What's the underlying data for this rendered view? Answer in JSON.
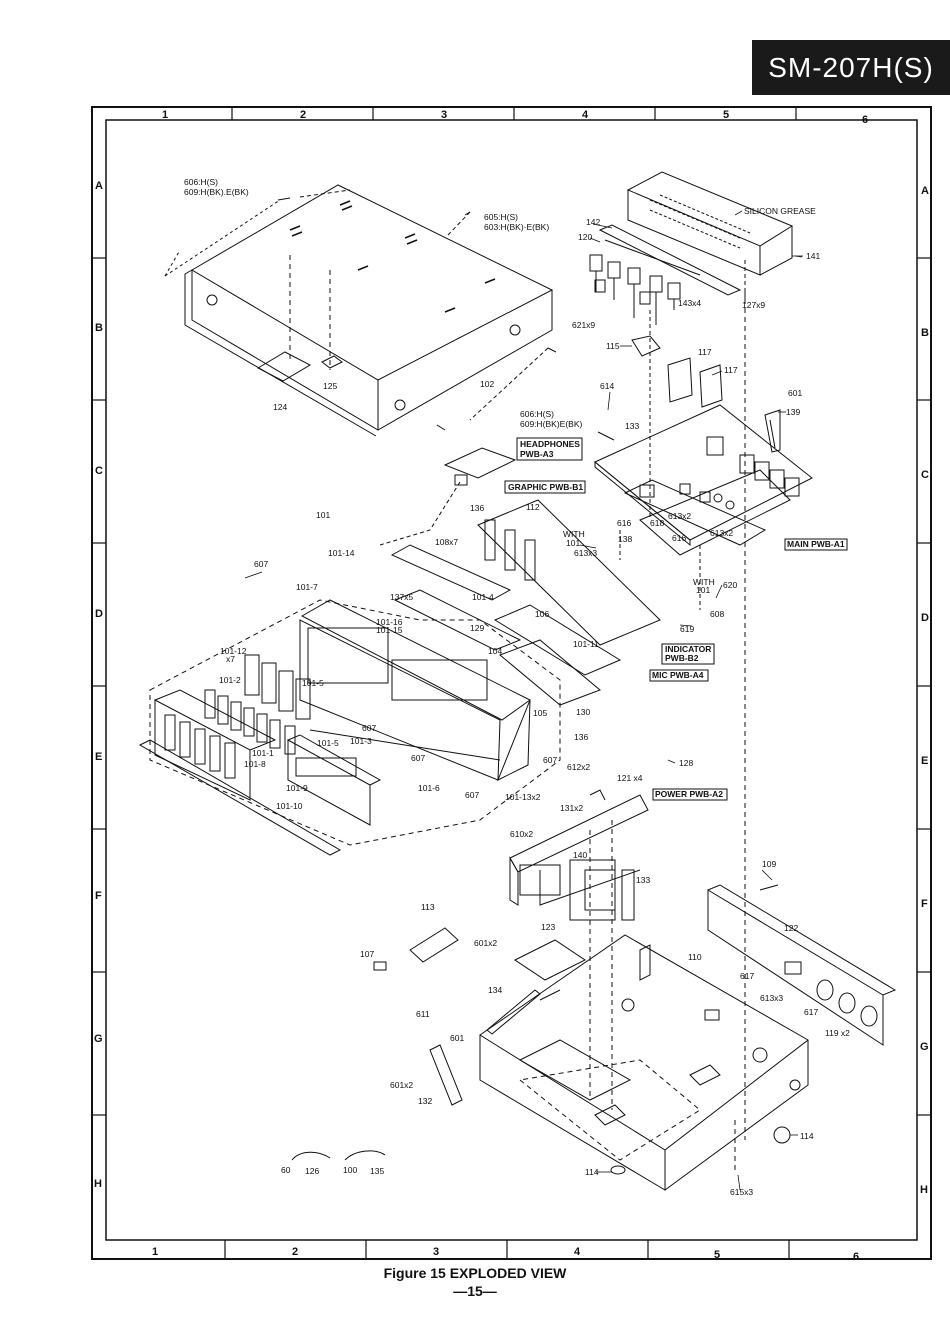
{
  "model": "SM-207H(S)",
  "figure_caption": "Figure 15 EXPLODED VIEW",
  "page_number": "—15—",
  "grid": {
    "columns": [
      "1",
      "2",
      "3",
      "4",
      "5",
      "6"
    ],
    "rows": [
      "A",
      "B",
      "C",
      "D",
      "E",
      "F",
      "G",
      "H"
    ]
  },
  "labels": {
    "l606a": "606:H(S)",
    "l609a": "609:H(BK).E(BK)",
    "l605": "605:H(S)",
    "l603": "603:H(BK)·E(BK)",
    "silicon": "SILICON GREASE",
    "l142": "142",
    "l120": "120",
    "l141": "141",
    "l143": "143x4",
    "l127": "127x9",
    "l621": "621x9",
    "l115": "115",
    "l117a": "117",
    "l117b": "117",
    "l125": "125",
    "l102": "102",
    "l124": "124",
    "l614": "614",
    "l601a": "601",
    "l139": "139",
    "l606b": "606:H(S)",
    "l609b": "609:H(BK)E(BK)",
    "l133a": "133",
    "headphones1": "HEADPHONES",
    "headphones2": "PWB-A3",
    "graphic": "GRAPHIC PWB-B1",
    "l136a": "136",
    "l112": "112",
    "l101": "101",
    "l108": "108x7",
    "with1a": "WITH",
    "with1b": "101",
    "l613x3a": "613x3",
    "l616a": "616",
    "l138": "138",
    "l618": "618",
    "l613x2a": "613x2",
    "l613x2b": "613x2",
    "l616b": "616",
    "mainpwb": "MAIN PWB-A1",
    "l101_14": "101-14",
    "l607a": "607",
    "l101_7": "101-7",
    "l137": "137x5",
    "l101_4": "101-4",
    "with2a": "WITH",
    "with2b": "101",
    "l620": "620",
    "l608": "608",
    "l101_16": "101-16",
    "l101_15": "101-15",
    "l129": "129",
    "l106": "106",
    "l619": "619",
    "l101_11": "101-11",
    "indicator1": "INDICATOR",
    "indicator2": "PWB-B2",
    "l104": "104",
    "l101_12": "101-12",
    "l101_12x": "x7",
    "l101_2": "101-2",
    "l101_5a": "101-5",
    "micpwb": "MIC PWB-A4",
    "l105": "105",
    "l130": "130",
    "l607b": "607",
    "l136b": "136",
    "l101_5b": "101-5",
    "l101_3": "101-3",
    "l101_1": "101-1",
    "l101_8": "101-8",
    "l607c": "607",
    "l607d": "607",
    "l612": "612x2",
    "l128": "128",
    "l121": "121 x4",
    "l101_9": "101-9",
    "l101_6": "101-6",
    "l607e": "607",
    "l101_13": "101-13x2",
    "powerpwb": "POWER PWB-A2",
    "l101_10": "101-10",
    "l131": "131x2",
    "l610": "610x2",
    "l140": "140",
    "l133b": "133",
    "l109": "109",
    "l113": "113",
    "l122": "122",
    "l123": "123",
    "l107": "107",
    "l601x2": "601x2",
    "l110": "110",
    "l617a": "617",
    "l613x3b": "613x3",
    "l617b": "617",
    "l119": "119 x2",
    "l134": "134",
    "l611": "611",
    "l601b": "601",
    "l601x2b": "601x2",
    "l132": "132",
    "l114a": "114",
    "l114b": "114",
    "l126": "126",
    "l126len": "60",
    "l135": "135",
    "l135len": "100",
    "l615": "615x3"
  }
}
